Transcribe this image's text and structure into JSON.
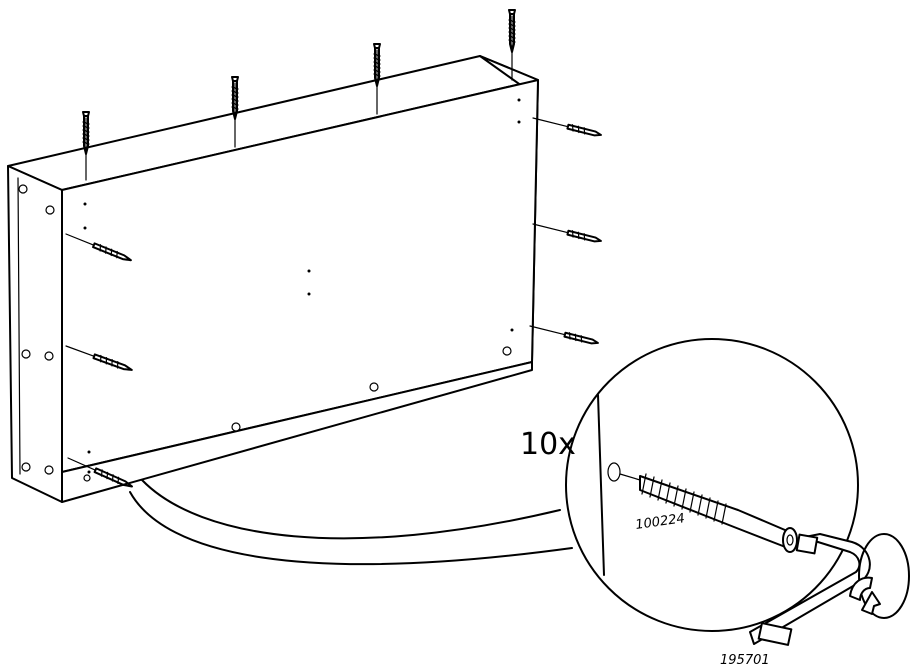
{
  "instruction": {
    "quantity_label": "10x",
    "parts": [
      {
        "number": "100224",
        "icon": "screw-icon"
      },
      {
        "number": "195701",
        "icon": "allen-key-icon"
      }
    ],
    "rotation_icon": "clockwise-arrow-icon"
  },
  "colors": {
    "line": "#000000",
    "background": "#ffffff"
  }
}
